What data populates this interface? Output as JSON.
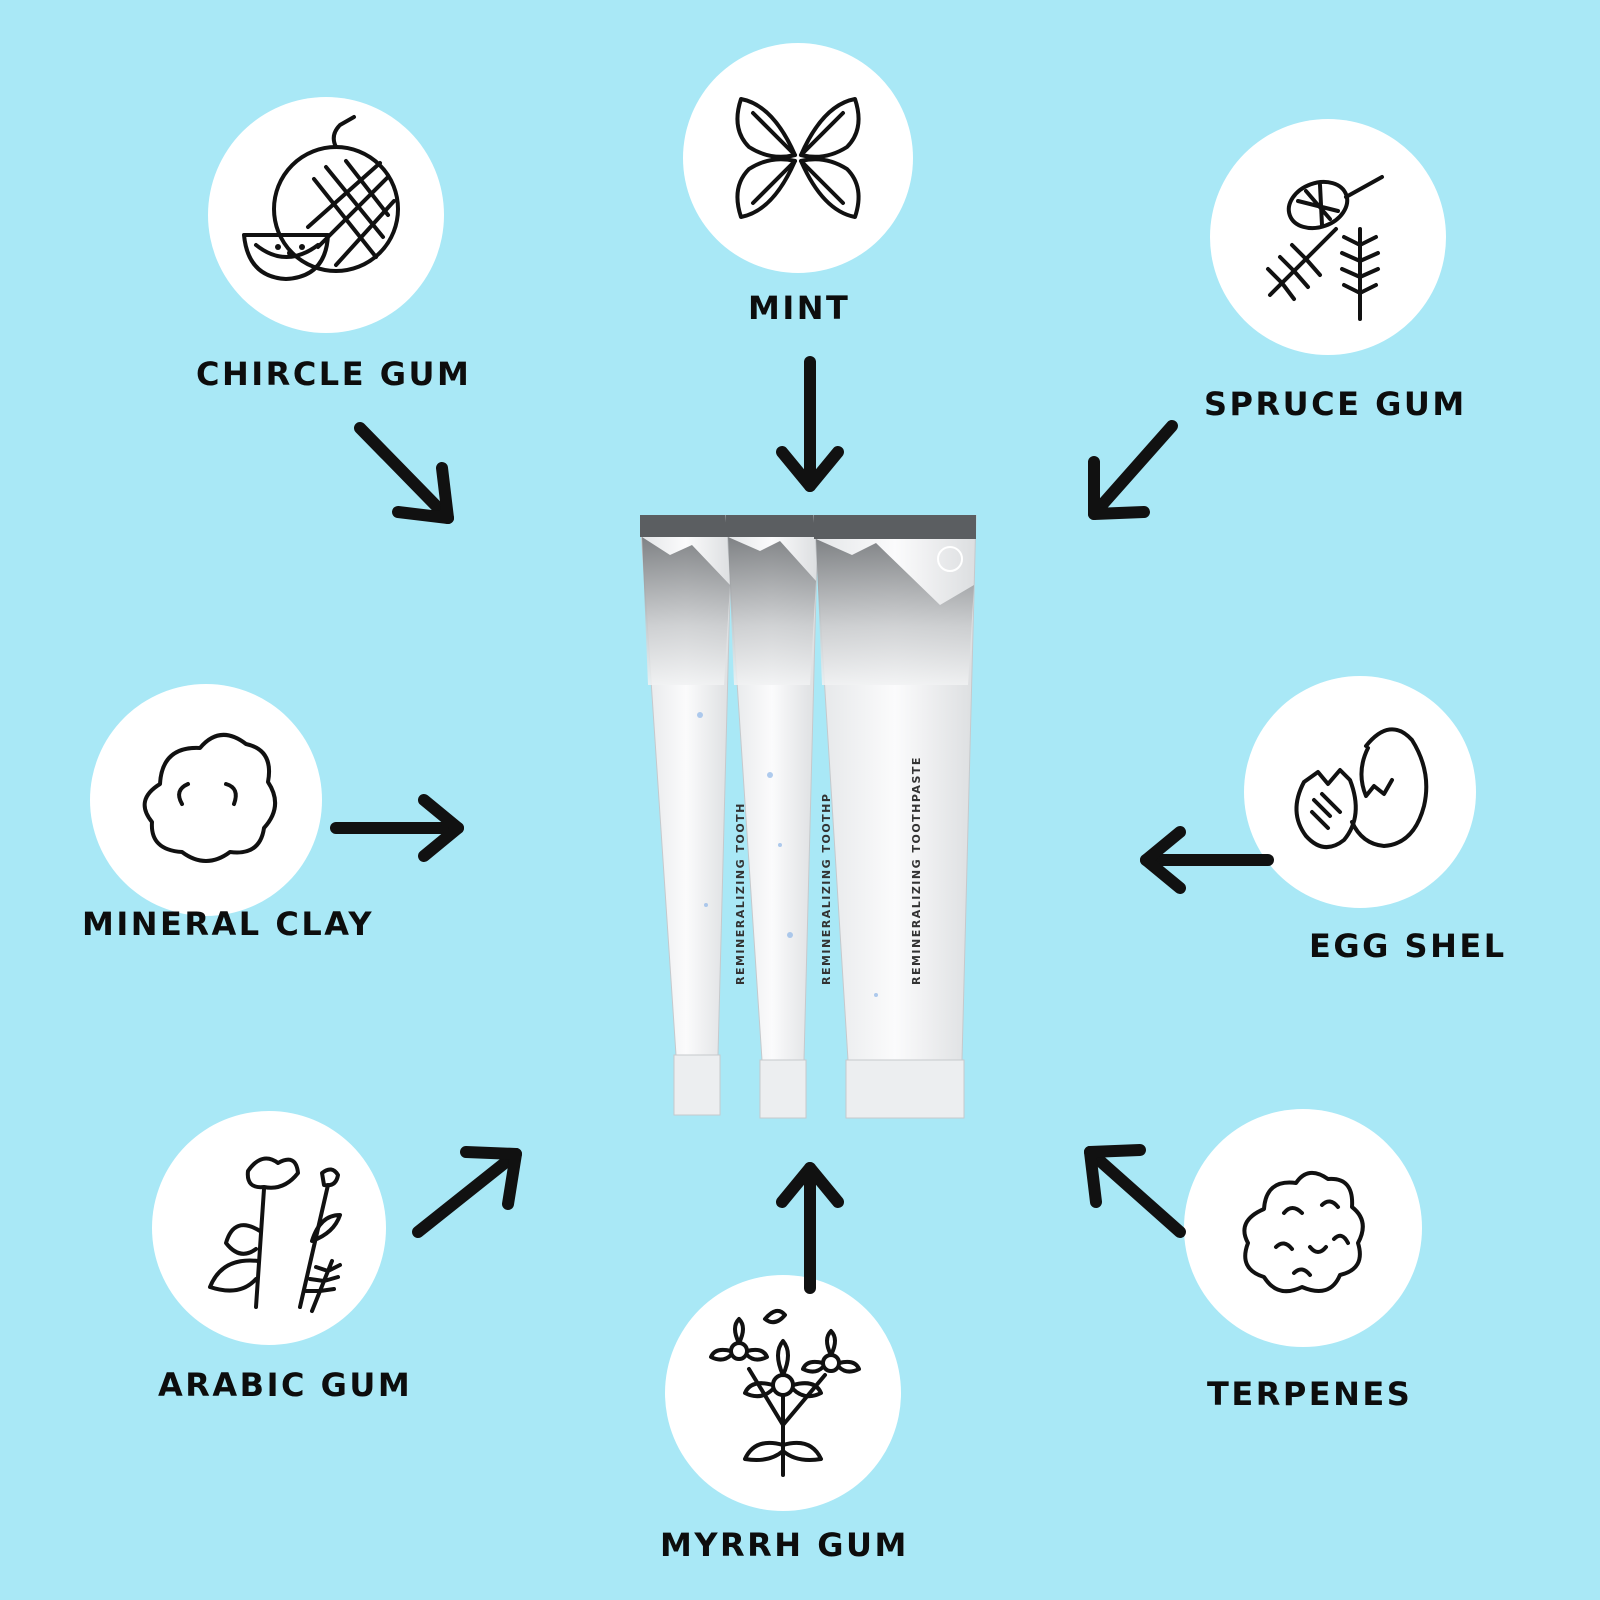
{
  "ingredients": {
    "chircle_gum": "CHIRCLE GUM",
    "mint": "MINT",
    "spruce_gum": "SPRUCE GUM",
    "mineral_clay": "MINERAL CLAY",
    "egg_shel": "EGG SHEL",
    "arabic_gum": "ARABIC GUM",
    "terpenes": "TERPENES",
    "myrrh_gum": "MYRRH GUM"
  },
  "product": {
    "tube_text": "REMINERALIZING TOOTHPASTE",
    "tube_text_partial_1": "REMINERALIZING TOOTHP",
    "tube_text_partial_2": "REMINERALIZING TOOTH"
  },
  "icons": {
    "chircle_gum": "melon-icon",
    "mint": "mint-leaves-icon",
    "spruce_gum": "spruce-branch-icon",
    "mineral_clay": "clay-cloud-icon",
    "egg_shel": "egg-shell-icon",
    "arabic_gum": "wildflower-icon",
    "terpenes": "cotton-terpene-icon",
    "myrrh_gum": "myrrh-flower-icon"
  },
  "colors": {
    "background": "#a9e8f6",
    "circle": "#ffffff",
    "ink": "#0d0d0d"
  }
}
